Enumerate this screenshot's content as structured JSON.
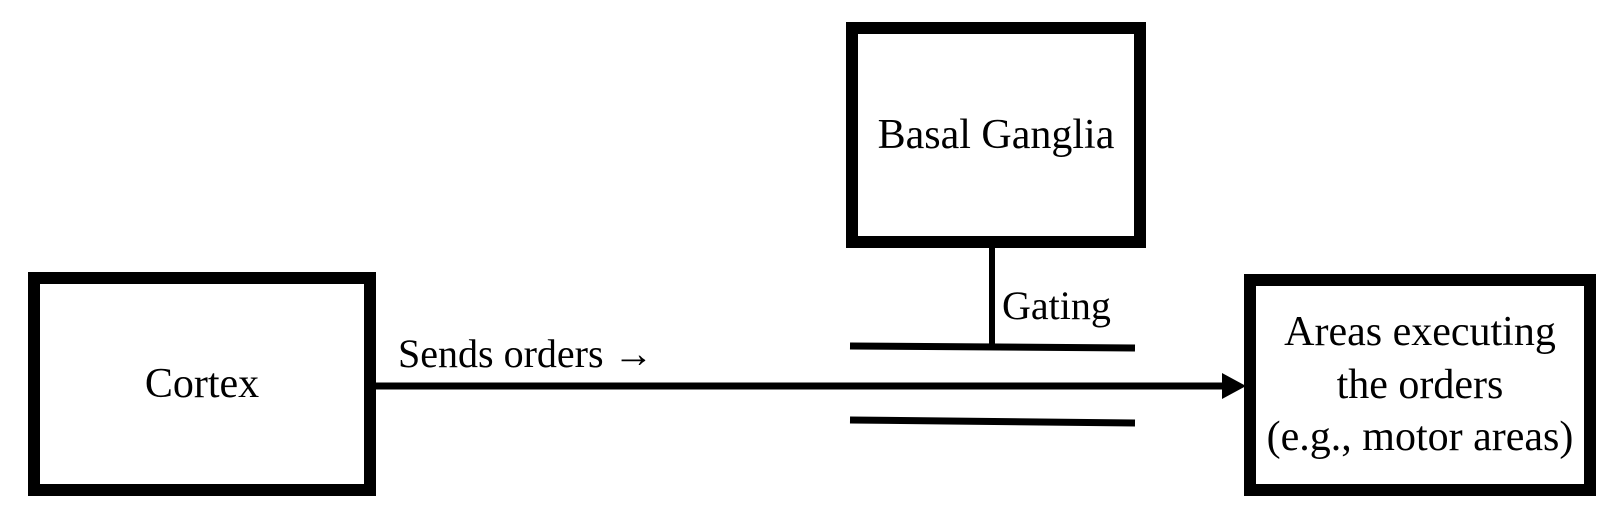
{
  "nodes": {
    "cortex": {
      "label": "Cortex"
    },
    "basal_ganglia": {
      "label": "Basal Ganglia"
    },
    "executing_areas": {
      "lines": [
        "Areas executing",
        "the orders",
        "(e.g., motor areas)"
      ]
    }
  },
  "edges": {
    "cortex_to_areas": {
      "label": "Sends orders →"
    },
    "basal_ganglia_gate": {
      "label": "Gating"
    }
  },
  "colors": {
    "stroke": "#000000",
    "background": "#ffffff"
  }
}
